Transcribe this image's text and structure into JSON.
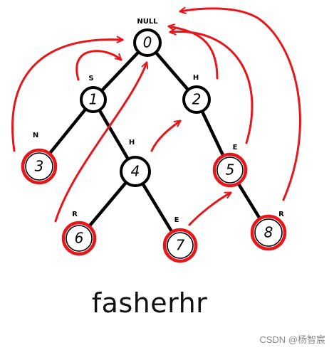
{
  "tree": {
    "nodes": [
      {
        "id": "0",
        "digit": "0",
        "label": "NULL",
        "ring": "black"
      },
      {
        "id": "1",
        "digit": "1",
        "label": "S",
        "ring": "black"
      },
      {
        "id": "2",
        "digit": "2",
        "label": "H",
        "ring": "black"
      },
      {
        "id": "3",
        "digit": "3",
        "label": "N",
        "ring": "red"
      },
      {
        "id": "4",
        "digit": "4",
        "label": "H",
        "ring": "black"
      },
      {
        "id": "5",
        "digit": "5",
        "label": "E",
        "ring": "red"
      },
      {
        "id": "6",
        "digit": "6",
        "label": "R",
        "ring": "red"
      },
      {
        "id": "7",
        "digit": "7",
        "label": "E",
        "ring": "red"
      },
      {
        "id": "8",
        "digit": "8",
        "label": "R",
        "ring": "red"
      }
    ],
    "edges": [
      [
        "0",
        "1"
      ],
      [
        "0",
        "2"
      ],
      [
        "1",
        "3"
      ],
      [
        "1",
        "4"
      ],
      [
        "2",
        "5"
      ],
      [
        "4",
        "6"
      ],
      [
        "4",
        "7"
      ],
      [
        "5",
        "8"
      ]
    ],
    "fail_links": [
      [
        "1",
        "0"
      ],
      [
        "2",
        "0"
      ],
      [
        "3",
        "0"
      ],
      [
        "4",
        "2"
      ],
      [
        "5",
        "0"
      ],
      [
        "6",
        "0"
      ],
      [
        "7",
        "5"
      ],
      [
        "8",
        "0"
      ]
    ]
  },
  "caption": "fasherhr",
  "watermark": "CSDN @杨智宸",
  "colors": {
    "tree": "#000000",
    "link": "#e8161b",
    "ring_red": "#e8161b"
  }
}
